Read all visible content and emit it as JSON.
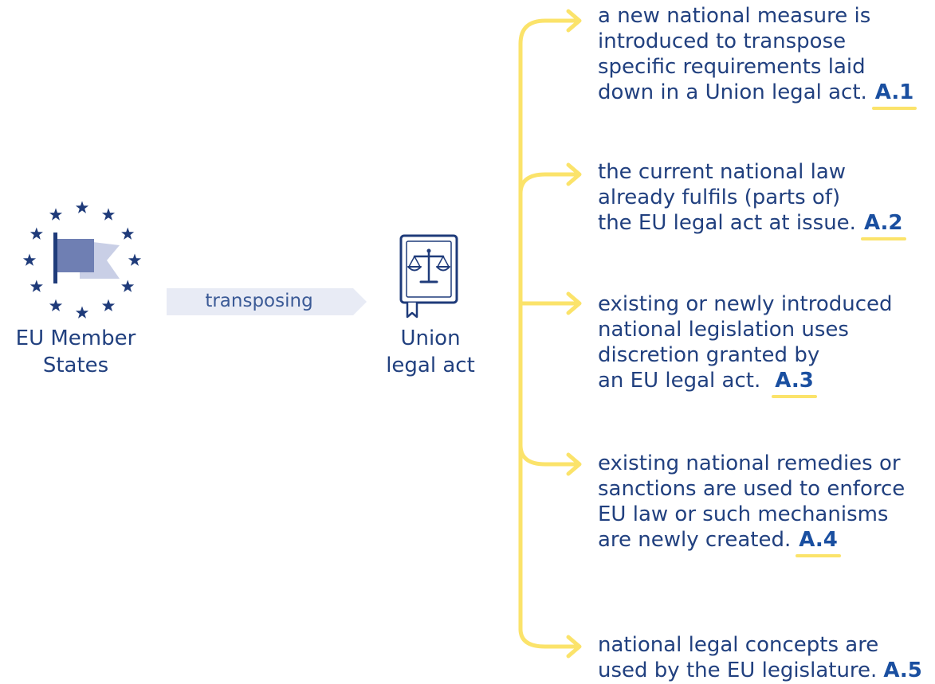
{
  "left_node": {
    "label_lines": [
      "EU Member",
      "States"
    ]
  },
  "arrow": {
    "label": "transposing"
  },
  "center_node": {
    "label_lines": [
      "Union",
      "legal act"
    ]
  },
  "outcomes": [
    {
      "lines": [
        "a new national measure is",
        "introduced to transpose",
        "specific requirements laid",
        "down in a Union legal act."
      ],
      "code": "A.1"
    },
    {
      "lines": [
        "the current national law",
        "already fulfils (parts of)",
        "the EU legal act at issue."
      ],
      "code": "A.2"
    },
    {
      "lines": [
        "existing or newly introduced",
        "national legislation uses",
        "discretion granted by",
        "an EU legal act."
      ],
      "code": "A.3"
    },
    {
      "lines": [
        "existing national remedies or",
        "sanctions are used to enforce",
        "EU law or such mechanisms",
        "are newly created."
      ],
      "code": "A.4"
    },
    {
      "lines": [
        "national legal concepts are",
        "used by the EU legislature."
      ],
      "code": "A.5"
    }
  ],
  "colors": {
    "navy": "#1f3b7a",
    "flag": "#6f7fb3",
    "flag_light": "#c9cfe6",
    "arrow_fill": "#e8ebf5",
    "branch_yellow": "#fbe36a"
  },
  "icons": [
    "eu-stars-flag-icon",
    "scales-of-justice-book-icon"
  ]
}
